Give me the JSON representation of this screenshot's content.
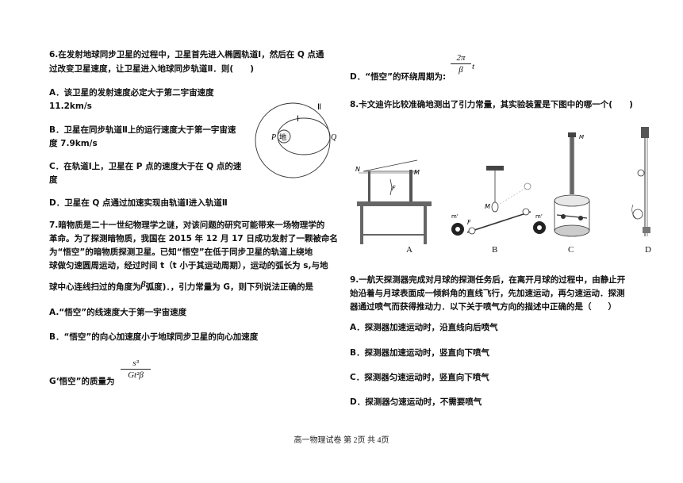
{
  "q6": {
    "stem1": "6.在发射地球同步卫星的过程中，卫星首先进入椭圆轨道Ⅰ，然后在 Q 点通",
    "stem2": "过改变卫星速度，让卫星进入地球同步轨道Ⅱ．则(　　)",
    "optA1": "A．该卫星的发射速度必定大于第二宇宙速度",
    "optA2": "11.2km/s",
    "optB1": "B．卫星在同步轨道Ⅱ上的运行速度大于第一宇宙速",
    "optB2": "度 7.9km/s",
    "optC1": "C．在轨道Ⅰ上，卫星在 P 点的速度大于在 Q 点的速",
    "optC2": "度",
    "optD": "D．卫星在 Q 点通过加速实现由轨道Ⅰ进入轨道Ⅱ",
    "fig": {
      "orbit2": "Ⅱ",
      "orbit1": "Ⅰ",
      "p": "P",
      "q": "Q",
      "earth": "地"
    }
  },
  "q7": {
    "stem1": "7.暗物质是二十一世纪物理学之谜，对该问题的研究可能带来一场物理学的",
    "stem2": "革命。为了探测暗物质，我国在 2015 年 12 月 17 日成功发射了一颗被命名",
    "stem3": "为“悟空”的暗物质探测卫星。已知“悟空”在低于同步卫星的轨道上绕地",
    "stem4": "球做匀速圆周运动，经过时间 t（t 小于其运动周期），运动的弧长为 s,与地",
    "stem5a": "球中心连线扫过的角度为",
    "stem5beta": "β",
    "stem5b": "弧度)．，引力常量为 G，则下列说法正确的是",
    "optA": "A.“悟空”的线速度大于第一宇宙速度",
    "optB": "B．“悟空”的向心加速度小于地球同步卫星的向心加速度",
    "optG": "G‘悟空”的质量为",
    "massNum": "s³",
    "massDen": "Gt²β",
    "optD": "D．“悟空”的环绕周期为:",
    "periodNum": "2π",
    "periodDen": "β",
    "periodT": "t"
  },
  "q8": {
    "stem": "8.卡文迪许比较准确地测出了引力常量，其实验装置是下图中的哪一个(　　)",
    "labels": [
      "A",
      "B",
      "C",
      "D"
    ],
    "figA": {
      "n": "N",
      "m": "M",
      "f": "F"
    },
    "figB": {
      "m": "M",
      "f": "F",
      "small_m": "m'",
      "mprime": "m'"
    },
    "figC": {
      "m": "M"
    }
  },
  "q9": {
    "stem1": "9.一航天探测器完成对月球的探测任务后，在离开月球的过程中，由静止开",
    "stem2": "始沿着与月球表面成一倾斜角的直线飞行，先加速运动，再匀速运动．探测",
    "stem3": "器通过喷气而获得推动力．以下关于喷气方向的描述中正确的是（　　）",
    "optA": "A．探测器加速运动时，沿直线向后喷气",
    "optB": "B．探测器加速运动时，竖直向下喷气",
    "optC": "C．探测器匀速运动时，竖直向下喷气",
    "optD": "D．探测器匀速运动时，不需要喷气"
  },
  "footer": "高一物理试卷  第 2页  共 4页"
}
